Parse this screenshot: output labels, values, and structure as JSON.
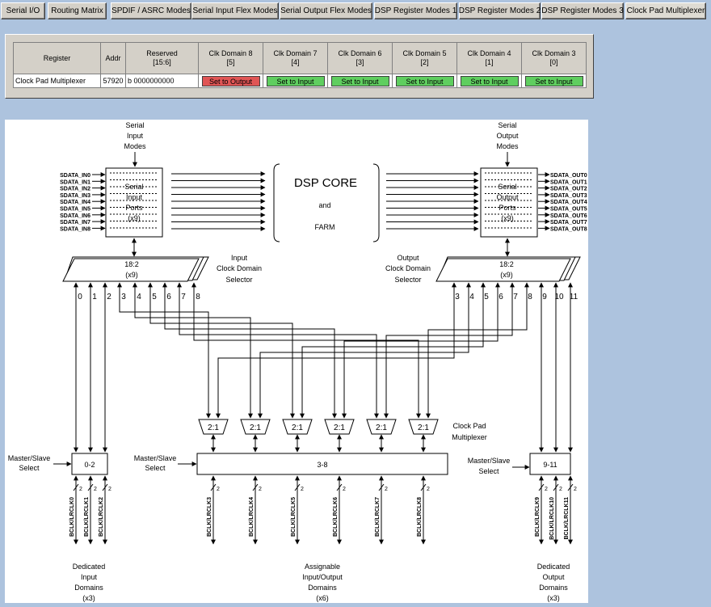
{
  "tabs": [
    {
      "label": "Serial I/O"
    },
    {
      "label": "Routing Matrix"
    },
    {
      "label": "SPDIF / ASRC Modes"
    },
    {
      "label": "Serial Input Flex Modes"
    },
    {
      "label": "Serial Output Flex Modes"
    },
    {
      "label": "DSP Register Modes 1"
    },
    {
      "label": "DSP Register Modes 2"
    },
    {
      "label": "DSP Register Modes 3"
    },
    {
      "label": "Clock Pad Multiplexer"
    }
  ],
  "active_tab": "Clock Pad Multiplexer",
  "table": {
    "headers": {
      "register": "Register",
      "addr": "Addr",
      "reserved_1": "Reserved",
      "reserved_2": "[15:6]",
      "d8_1": "Clk Domain 8",
      "d8_2": "[5]",
      "d7_1": "Clk Domain 7",
      "d7_2": "[4]",
      "d6_1": "Clk Domain 6",
      "d6_2": "[3]",
      "d5_1": "Clk Domain 5",
      "d5_2": "[2]",
      "d4_1": "Clk Domain 4",
      "d4_2": "[1]",
      "d3_1": "Clk Domain 3",
      "d3_2": "[0]"
    },
    "row": {
      "register": "Clock Pad Multiplexer",
      "addr": "57920",
      "reserved": "b 0000000000",
      "d8": "Set to Output",
      "d7": "Set to Input",
      "d6": "Set to Input",
      "d5": "Set to Input",
      "d4": "Set to Input",
      "d3": "Set to Input"
    }
  },
  "diagram": {
    "serial_input_modes": [
      "Serial",
      "Input",
      "Modes"
    ],
    "serial_output_modes": [
      "Serial",
      "Output",
      "Modes"
    ],
    "input_port_box": [
      "Serial",
      "Input",
      "Ports",
      "(x9)"
    ],
    "output_port_box": [
      "Serial",
      "Output",
      "Ports",
      "(x9)"
    ],
    "sdata_in": [
      "SDATA_IN0",
      "SDATA_IN1",
      "SDATA_IN2",
      "SDATA_IN3",
      "SDATA_IN4",
      "SDATA_IN5",
      "SDATA_IN6",
      "SDATA_IN7",
      "SDATA_IN8"
    ],
    "sdata_out": [
      "SDATA_OUT0",
      "SDATA_OUT1",
      "SDATA_OUT2",
      "SDATA_OUT3",
      "SDATA_OUT4",
      "SDATA_OUT5",
      "SDATA_OUT6",
      "SDATA_OUT7",
      "SDATA_OUT8"
    ],
    "dsp_core": "DSP CORE",
    "and": "and",
    "farm": "FARM",
    "mux_ratio": "18:2",
    "mux_count": "(x9)",
    "input_selector": [
      "Input",
      "Clock Domain",
      "Selector"
    ],
    "output_selector": [
      "Output",
      "Clock Domain",
      "Selector"
    ],
    "left_nums": [
      "0",
      "1",
      "2",
      "3",
      "4",
      "5",
      "6",
      "7",
      "8"
    ],
    "right_nums": [
      "3",
      "4",
      "5",
      "6",
      "7",
      "8",
      "9",
      "10",
      "11"
    ],
    "mux21": "2:1",
    "clock_pad_mux": [
      "Clock Pad",
      "Multiplexer"
    ],
    "master_slave": [
      "Master/Slave",
      "Select"
    ],
    "box_02": "0-2",
    "box_38": "3-8",
    "box_911": "9-11",
    "bus_width": "2",
    "bclk": [
      "BCLK/LRCLK0",
      "BCLK/LRCLK1",
      "BCLK/LRCLK2",
      "BCLK/LRCLK3",
      "BCLK/LRCLK4",
      "BCLK/LRCLK5",
      "BCLK/LRCLK6",
      "BCLK/LRCLK7",
      "BCLK/LRCLK8",
      "BCLK/LRCLK9",
      "BCLK/LRCLK10",
      "BCLK/LRCLK11"
    ],
    "dedicated_input": [
      "Dedicated",
      "Input",
      "Domains",
      "(x3)"
    ],
    "assignable": [
      "Assignable",
      "Input/Output",
      "Domains",
      "(x6)"
    ],
    "dedicated_output": [
      "Dedicated",
      "Output",
      "Domains",
      "(x3)"
    ]
  }
}
